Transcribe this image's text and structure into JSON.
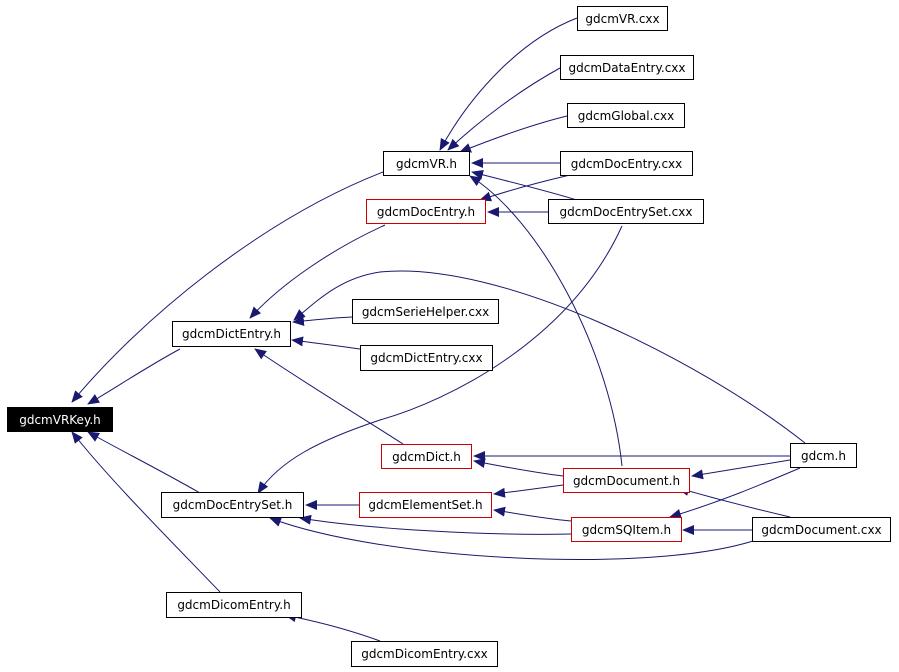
{
  "colors": {
    "edge": "#191970",
    "border": "#000000",
    "red_border": "#cc0000",
    "root_bg": "#000000",
    "root_text": "#ffffff"
  },
  "nodes": {
    "root": "gdcmVRKey.h",
    "vr_cxx": "gdcmVR.cxx",
    "dataentry_cxx": "gdcmDataEntry.cxx",
    "global_cxx": "gdcmGlobal.cxx",
    "vr_h": "gdcmVR.h",
    "docentry_cxx": "gdcmDocEntry.cxx",
    "docentry_h": "gdcmDocEntry.h",
    "docentryset_cxx": "gdcmDocEntrySet.cxx",
    "seriehelper_cxx": "gdcmSerieHelper.cxx",
    "dictentry_h": "gdcmDictEntry.h",
    "dictentry_cxx": "gdcmDictEntry.cxx",
    "dict_h": "gdcmDict.h",
    "gdcm_h": "gdcm.h",
    "document_h": "gdcmDocument.h",
    "docentryset_h": "gdcmDocEntrySet.h",
    "elementset_h": "gdcmElementSet.h",
    "sqitem_h": "gdcmSQItem.h",
    "document_cxx": "gdcmDocument.cxx",
    "dicomentry_h": "gdcmDicomEntry.h",
    "dicomentry_cxx": "gdcmDicomEntry.cxx"
  }
}
